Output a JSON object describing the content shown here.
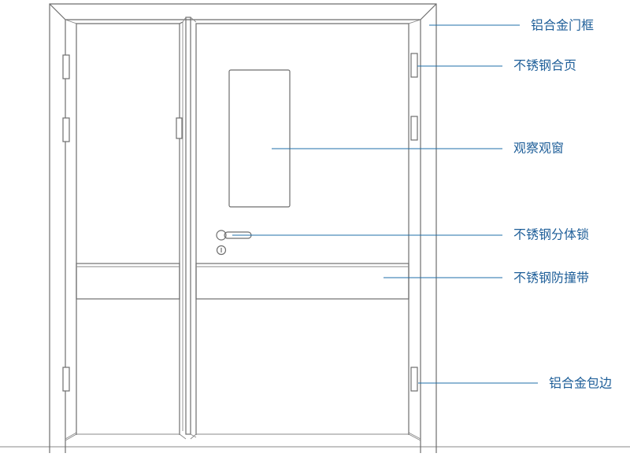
{
  "colors": {
    "line": "#6e6e6e",
    "leader": "#1f6fa8",
    "label": "#1f5f99"
  },
  "labels": [
    {
      "id": "aluminum-frame",
      "text": "铝合金门框"
    },
    {
      "id": "stainless-hinge",
      "text": "不锈钢合页"
    },
    {
      "id": "observation-window",
      "text": "观察观窗"
    },
    {
      "id": "stainless-lock",
      "text": "不锈钢分体锁"
    },
    {
      "id": "stainless-bumper-strip",
      "text": "不锈钢防撞带"
    },
    {
      "id": "aluminum-edging",
      "text": "铝合金包边"
    }
  ]
}
